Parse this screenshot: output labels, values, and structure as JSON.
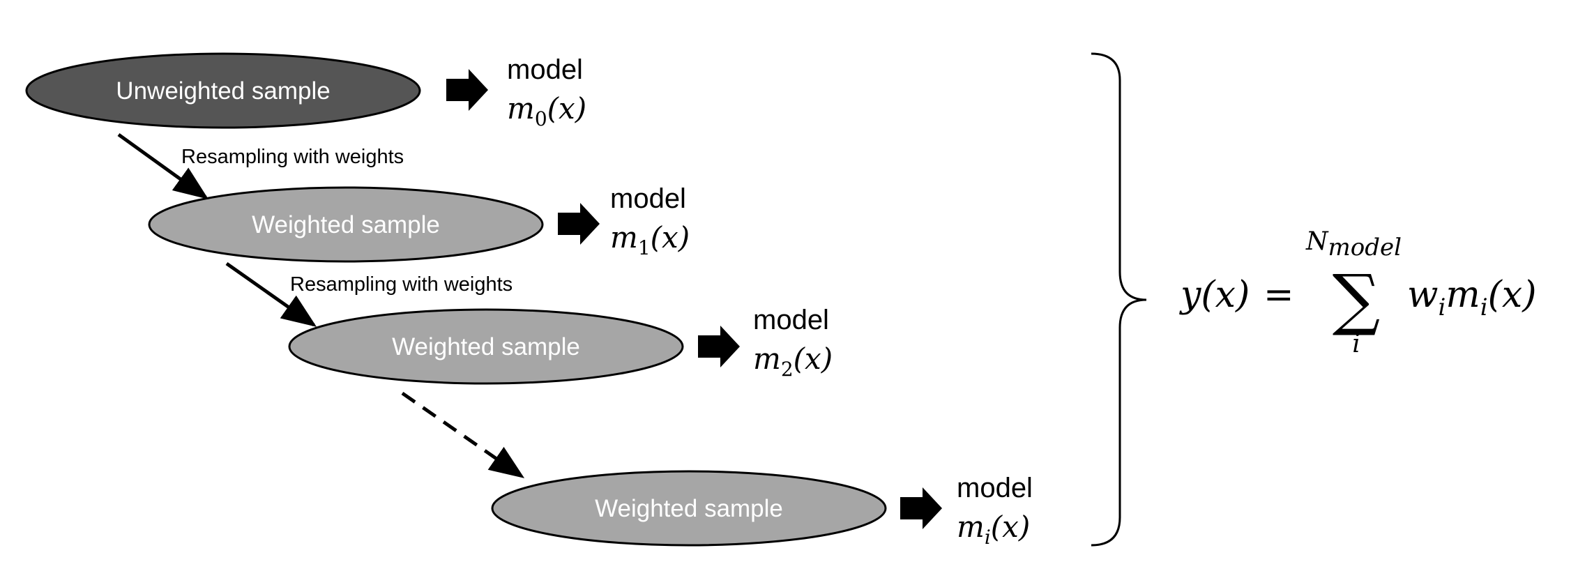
{
  "samples": [
    {
      "label": "Unweighted sample",
      "kind": "unweighted"
    },
    {
      "label": "Weighted sample",
      "kind": "weighted"
    },
    {
      "label": "Weighted sample",
      "kind": "weighted"
    },
    {
      "label": "Weighted sample",
      "kind": "weighted"
    }
  ],
  "models": [
    {
      "word": "model",
      "base": "m",
      "sub": "0",
      "arg": "(x)"
    },
    {
      "word": "model",
      "base": "m",
      "sub": "1",
      "arg": "(x)"
    },
    {
      "word": "model",
      "base": "m",
      "sub": "2",
      "arg": "(x)"
    },
    {
      "word": "model",
      "base": "m",
      "sub": "i",
      "arg": "(x)"
    }
  ],
  "resampling_labels": [
    "Resampling with weights",
    "Resampling with weights"
  ],
  "formula": {
    "lhs": "y(x)",
    "equals": "=",
    "sum_symbol": "∑",
    "upper_base": "N",
    "upper_sub": "model",
    "lower": "i",
    "w": "w",
    "w_sub": "i",
    "m": "m",
    "m_sub": "i",
    "arg": "(x)"
  },
  "colors": {
    "unweighted_fill": "#555555",
    "weighted_fill": "#a6a6a6",
    "text_light": "#ffffff",
    "ink": "#000000"
  }
}
